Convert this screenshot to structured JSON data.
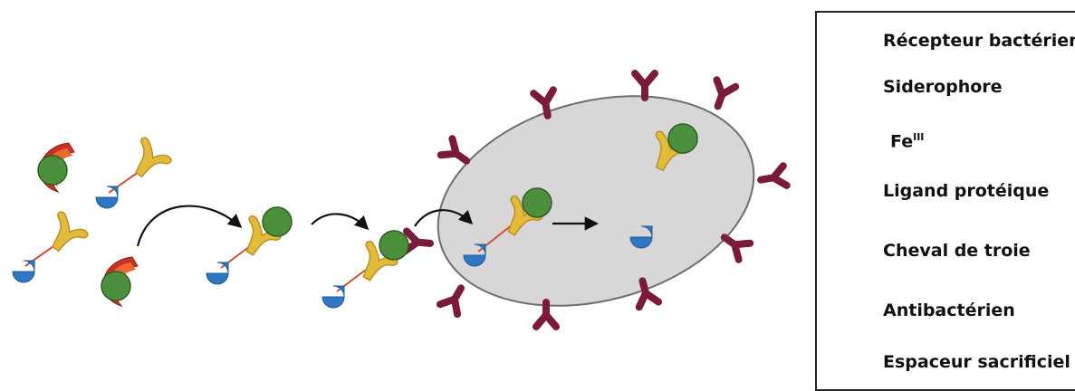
{
  "colors": {
    "receptor": "#7a1a3c",
    "siderophore": "#e2bb3a",
    "siderophore_stroke": "#b8912a",
    "iron": "#4c8f3c",
    "iron_stroke": "#2f5e24",
    "ligand_outer": "#c8321e",
    "ligand_inner": "#ec6a30",
    "antibacterial": "#2f76c4",
    "spacer": "#d05038",
    "cell_fill": "#d8d6d6",
    "cell_stroke": "#6e6e6e",
    "arrow": "#111111"
  },
  "icons": {
    "receptor": "receptor-y-icon",
    "siderophore": "siderophore-icon",
    "iron": "iron-circle-icon",
    "ligand": "ligand-crescent-icon",
    "trojan": "trojan-horse-icon",
    "antibacterial": "antibacterial-drop-icon",
    "spacer": "spacer-line-icon"
  },
  "legend": {
    "receptor": "Récepteur bactérien",
    "siderophore": "Siderophore",
    "iron_base": "Fe",
    "iron_sup": "III",
    "ligand": "Ligand protéique",
    "trojan": "Cheval de troie",
    "antibacterial": "Antibactérien",
    "spacer": "Espaceur sacrificiel"
  }
}
